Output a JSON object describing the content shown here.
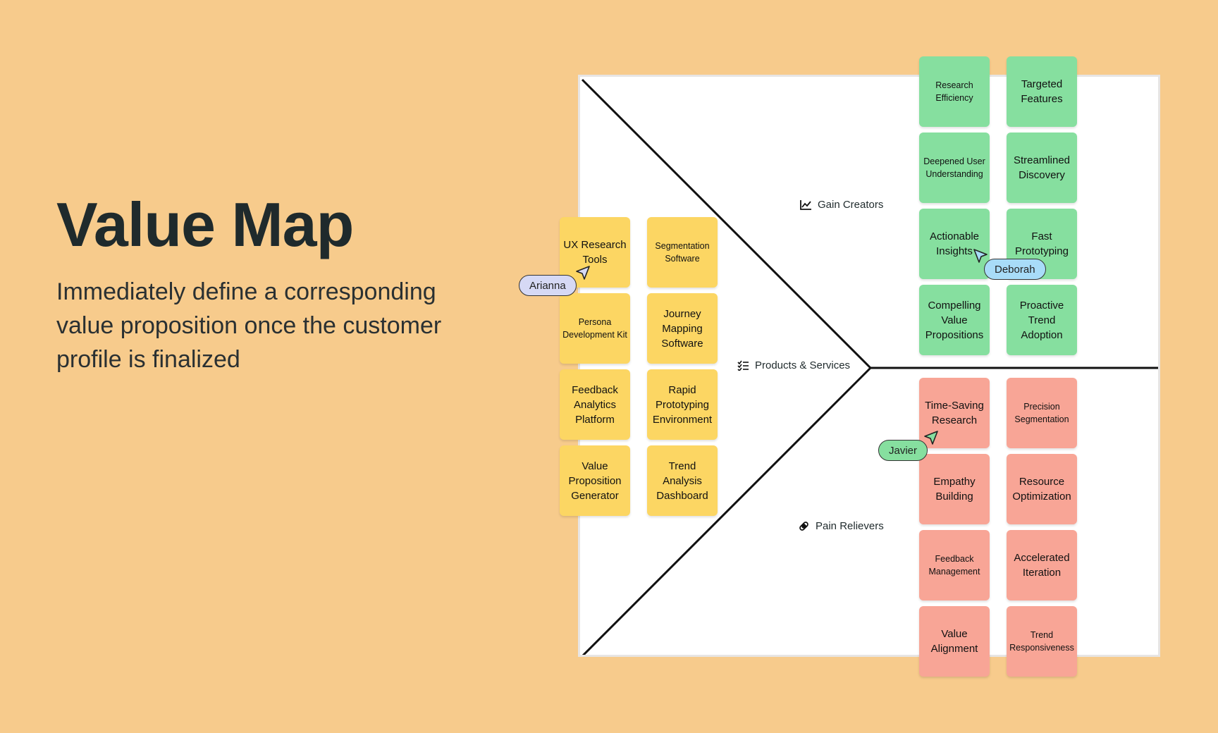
{
  "page": {
    "title": "Value Map",
    "subtitle": "Immediately define a corresponding value proposition once the customer profile is finalized"
  },
  "sections": {
    "gain_creators": "Gain Creators",
    "products_services": "Products & Services",
    "pain_relievers": "Pain Relievers"
  },
  "products": [
    "UX Research Tools",
    "Segmentation Software",
    "Persona Development Kit",
    "Journey Mapping Software",
    "Feedback Analytics Platform",
    "Rapid Prototyping Environment",
    "Value Proposition Generator",
    "Trend Analysis Dashboard"
  ],
  "gains": [
    "Research Efficiency",
    "Targeted Features",
    "Deepened User Understanding",
    "Streamlined Discovery",
    "Actionable Insights",
    "Fast Prototyping",
    "Compelling Value Propositions",
    "Proactive Trend Adoption"
  ],
  "pains": [
    "Time-Saving Research",
    "Precision Segmentation",
    "Empathy Building",
    "Resource Optimization",
    "Feedback Management",
    "Accelerated Iteration",
    "Value Alignment",
    "Trend Responsiveness"
  ],
  "collaborators": [
    {
      "name": "Arianna",
      "color": "#d6d9f5"
    },
    {
      "name": "Deborah",
      "color": "#a8dcf8"
    },
    {
      "name": "Javier",
      "color": "#86df9f"
    }
  ],
  "colors": {
    "background": "#f7cb8c",
    "products": "#fcd663",
    "gains": "#86df9f",
    "pains": "#f8a596"
  },
  "icons": {
    "gain_creators": "trend-chart-icon",
    "products_services": "checklist-icon",
    "pain_relievers": "pill-icon"
  }
}
